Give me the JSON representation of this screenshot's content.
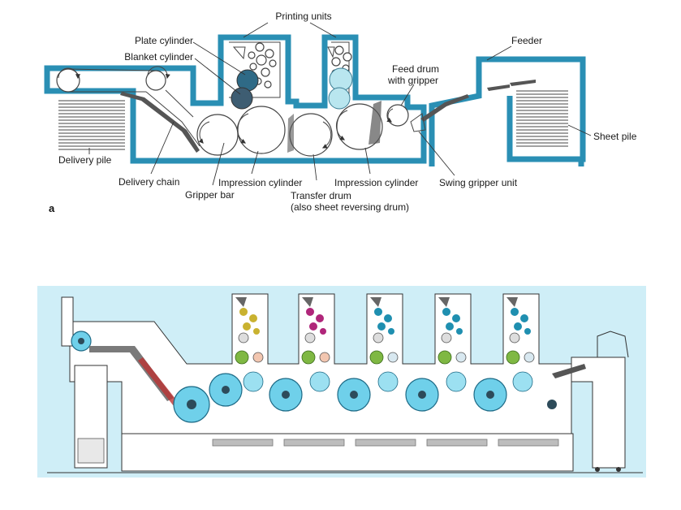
{
  "labels": {
    "printing_units": "Printing units",
    "plate_cylinder": "Plate cylinder",
    "blanket_cylinder": "Blanket cylinder",
    "feeder": "Feeder",
    "feed_drum_line1": "Feed drum",
    "feed_drum_line2": "with gripper",
    "sheet_pile": "Sheet pile",
    "delivery_pile": "Delivery pile",
    "delivery_chain": "Delivery chain",
    "gripper_bar": "Gripper bar",
    "impression_cylinder_left": "Impression cylinder",
    "impression_cylinder_right": "Impression cylinder",
    "transfer_drum_line1": "Transfer drum",
    "transfer_drum_line2": "(also sheet reversing drum)",
    "swing_gripper_unit": "Swing gripper unit",
    "figure_letter": "a"
  },
  "colors": {
    "frame_blue": "#2a8fb4",
    "machine_background": "#cfeef7",
    "drum_cyan": "#6fd0ea",
    "ink_magenta": "#b0267a",
    "ink_yellow": "#c9b230",
    "ink_green": "#7fb843",
    "ink_cyan": "#1f8fb0"
  },
  "machine_towers": [
    {
      "ink": "yellow"
    },
    {
      "ink": "magenta"
    },
    {
      "ink": "cyan"
    },
    {
      "ink": "cyan"
    },
    {
      "ink": "cyan"
    }
  ]
}
